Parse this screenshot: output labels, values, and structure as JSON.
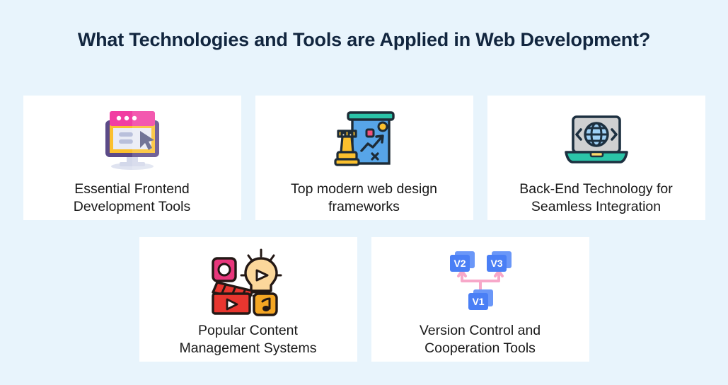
{
  "header": {
    "title": "What Technologies and Tools are Applied in Web Development?",
    "title_color": "#12263f"
  },
  "theme": {
    "background": "#e8f4fc",
    "card_background": "#ffffff",
    "card_text_color": "#191919"
  },
  "cards": [
    {
      "label": "Essential Frontend\nDevelopment Tools",
      "icon": "monitor-browser-cursor-icon",
      "colors": {
        "frame": "#5b4a87",
        "header": "#f13ea2",
        "header_light": "#f576bd",
        "inner": "#fbc02d",
        "screen": "#e9ecf5",
        "lines": "#b9c0db",
        "cursor": "#5b5f86",
        "stand": "#d3d8ea"
      }
    },
    {
      "label": "Top modern web design\nframeworks",
      "icon": "strategy-board-rook-icon",
      "colors": {
        "outline": "#1d2b36",
        "board": "#57a5e8",
        "bar": "#2bc4a8",
        "rook": "#fbc02d",
        "dot_pink": "#f4517c",
        "dot_yellow": "#fbc02d"
      }
    },
    {
      "label": "Back-End Technology for\nSeamless Integration",
      "icon": "laptop-globe-code-icon",
      "colors": {
        "outline": "#1d3040",
        "screen": "#cfd0d1",
        "globe": "#9fd0f5",
        "base": "#2bc4a8",
        "trackpad": "#fbd96b"
      }
    },
    {
      "label": "Popular Content\nManagement Systems",
      "icon": "media-content-bulb-icon",
      "colors": {
        "outline": "#231815",
        "pink": "#e8377c",
        "bulb": "#fbd79b",
        "bulb_light": "#fde9c6",
        "red": "#e8362f",
        "red_dark": "#c62828",
        "orange": "#f5a623"
      }
    },
    {
      "label": "Version Control and\nCooperation Tools",
      "icon": "version-branch-boxes-icon",
      "labels": [
        "V2",
        "V3",
        "V1"
      ],
      "colors": {
        "box": "#4a7ff5",
        "box_shadow": "#6a97f8",
        "arrow": "#f7a8c9",
        "text": "#ffffff"
      }
    }
  ]
}
